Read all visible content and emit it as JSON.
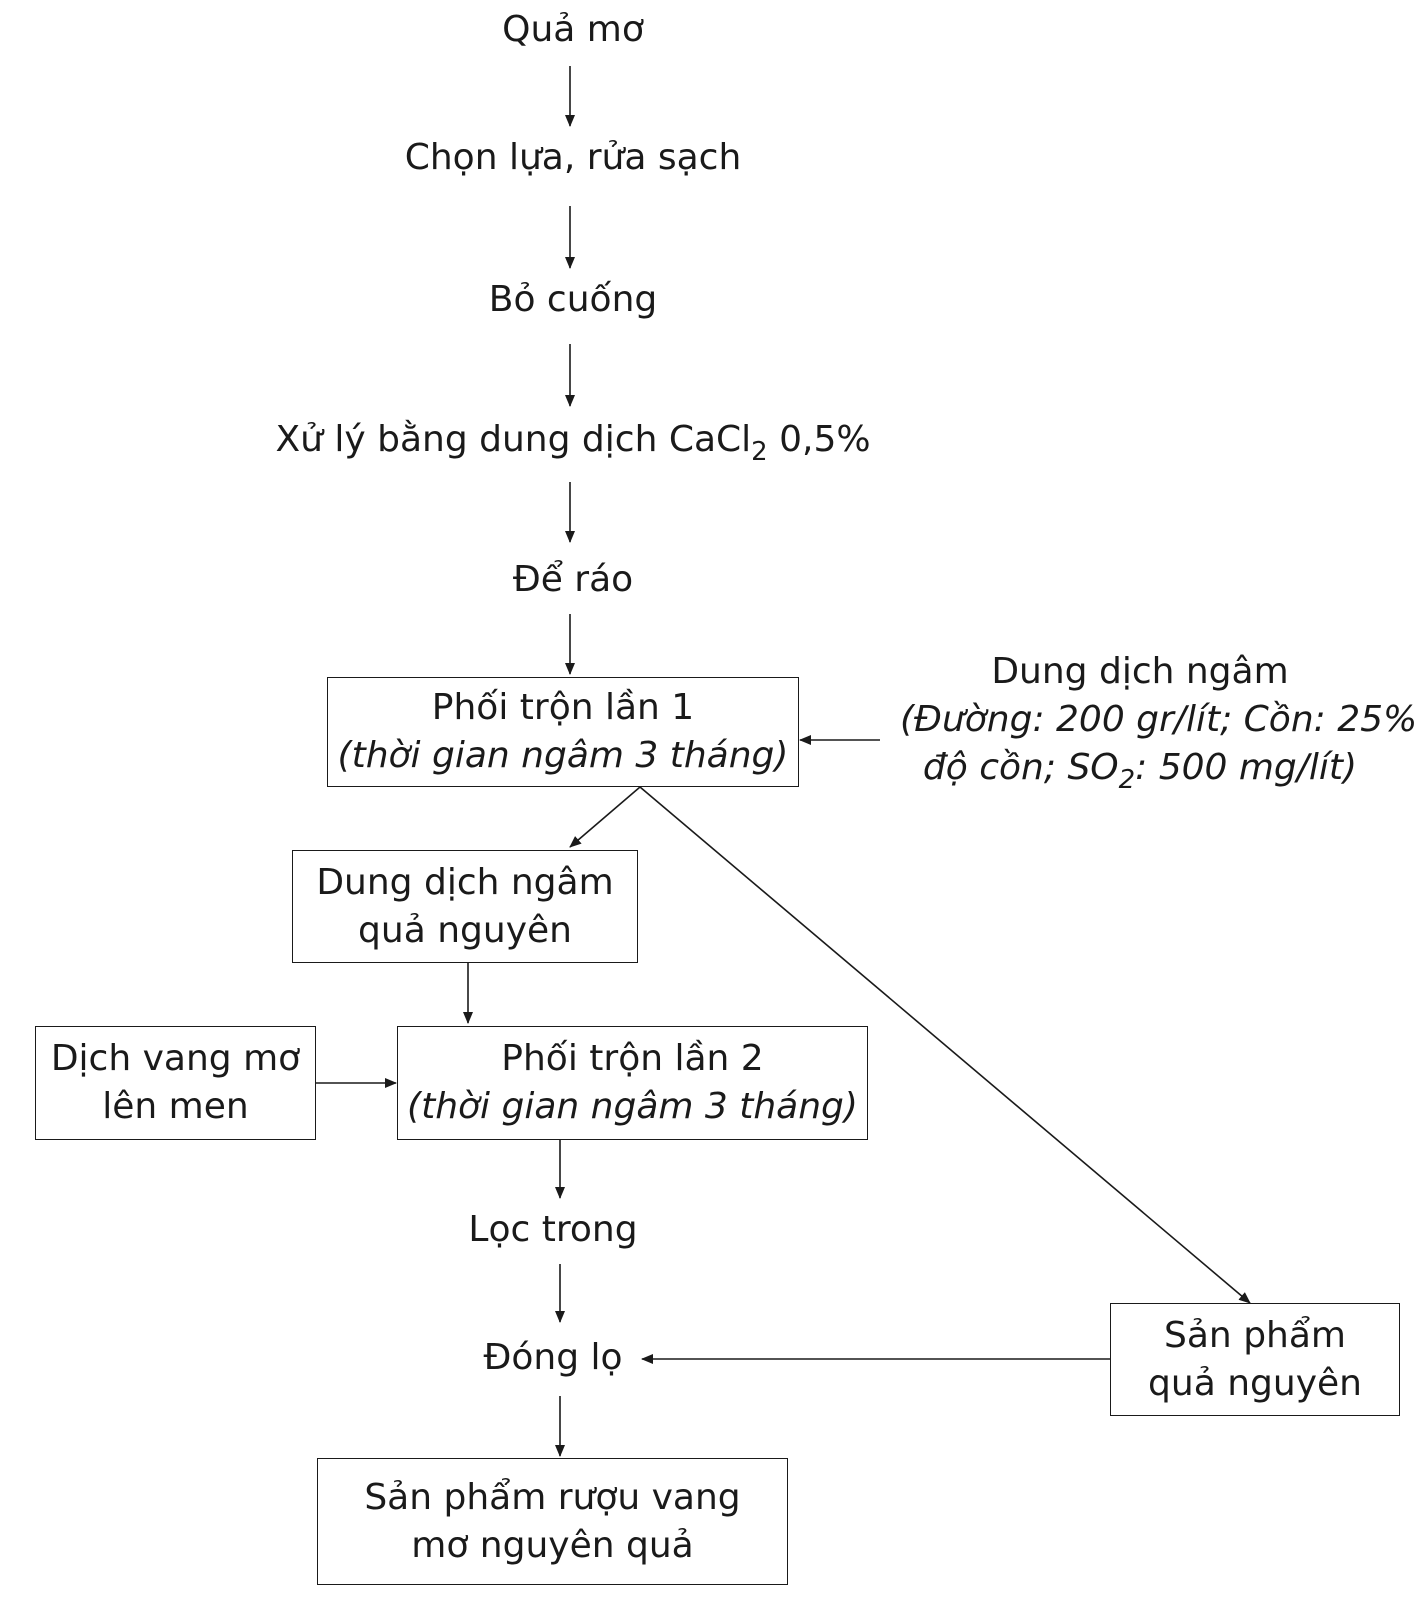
{
  "steps": {
    "s1": "Quả mơ",
    "s2": "Chọn lựa, rửa sạch",
    "s3": "Bỏ cuống",
    "s4_pre": "Xử lý bằng dung dịch CaCl",
    "s4_sub": "2",
    "s4_post": " 0,5%",
    "s5": "Để ráo",
    "s6": "Lọc trong",
    "s7": "Đóng lọ"
  },
  "boxes": {
    "mix1": {
      "line1": "Phối trộn lần 1",
      "line2": "(thời gian ngâm 3 tháng)"
    },
    "soak_liquid": {
      "line1": "Dung dịch ngâm",
      "line2": "quả nguyên"
    },
    "wine": {
      "line1": "Dịch vang mơ",
      "line2": "lên men"
    },
    "mix2": {
      "line1": "Phối trộn lần 2",
      "line2": "(thời gian ngâm 3 tháng)"
    },
    "whole_fruit": {
      "line1": "Sản phẩm",
      "line2": "quả nguyên"
    },
    "final": {
      "line1": "Sản phẩm rượu vang",
      "line2": "mơ nguyên quả"
    }
  },
  "solution_note": {
    "title": "Dung dịch ngâm",
    "line2": "(Đường: 200 gr/lít; Cồn: 25%",
    "line3_pre": "độ cồn; SO",
    "line3_sub": "2",
    "line3_post": ": 500 mg/lít)"
  }
}
